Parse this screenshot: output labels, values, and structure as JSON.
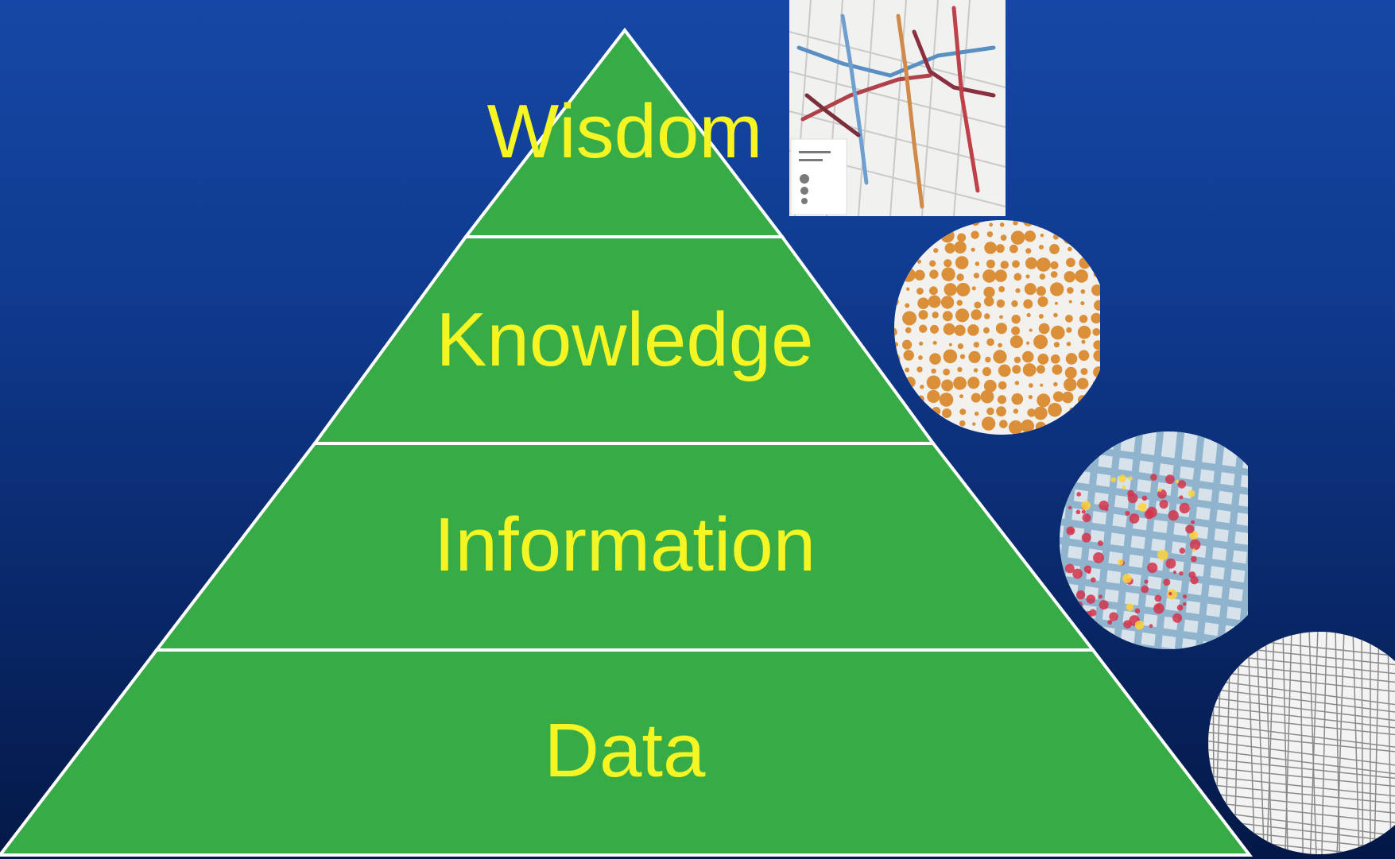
{
  "pyramid": {
    "levels": [
      {
        "label": "Wisdom"
      },
      {
        "label": "Knowledge"
      },
      {
        "label": "Information"
      },
      {
        "label": "Data"
      }
    ]
  },
  "colors": {
    "background_top": "#1548a6",
    "background_bottom": "#031846",
    "pyramid_fill": "#37ac46",
    "pyramid_outline": "#ffffff",
    "label_color": "#f5f523",
    "bubble_color": "#d9872a",
    "heat_color": "#d4324a",
    "street_color": "#8a8a8a"
  },
  "illustrations": [
    {
      "name": "wisdom-map-thumbnail",
      "depicts": "street map with colored route lines and legend"
    },
    {
      "name": "knowledge-bubble-map",
      "depicts": "proportional circle map with orange bubbles"
    },
    {
      "name": "information-heat-map",
      "depicts": "heat map with red and yellow hotspots over blue streets"
    },
    {
      "name": "data-street-map",
      "depicts": "grey street-grid map"
    }
  ]
}
